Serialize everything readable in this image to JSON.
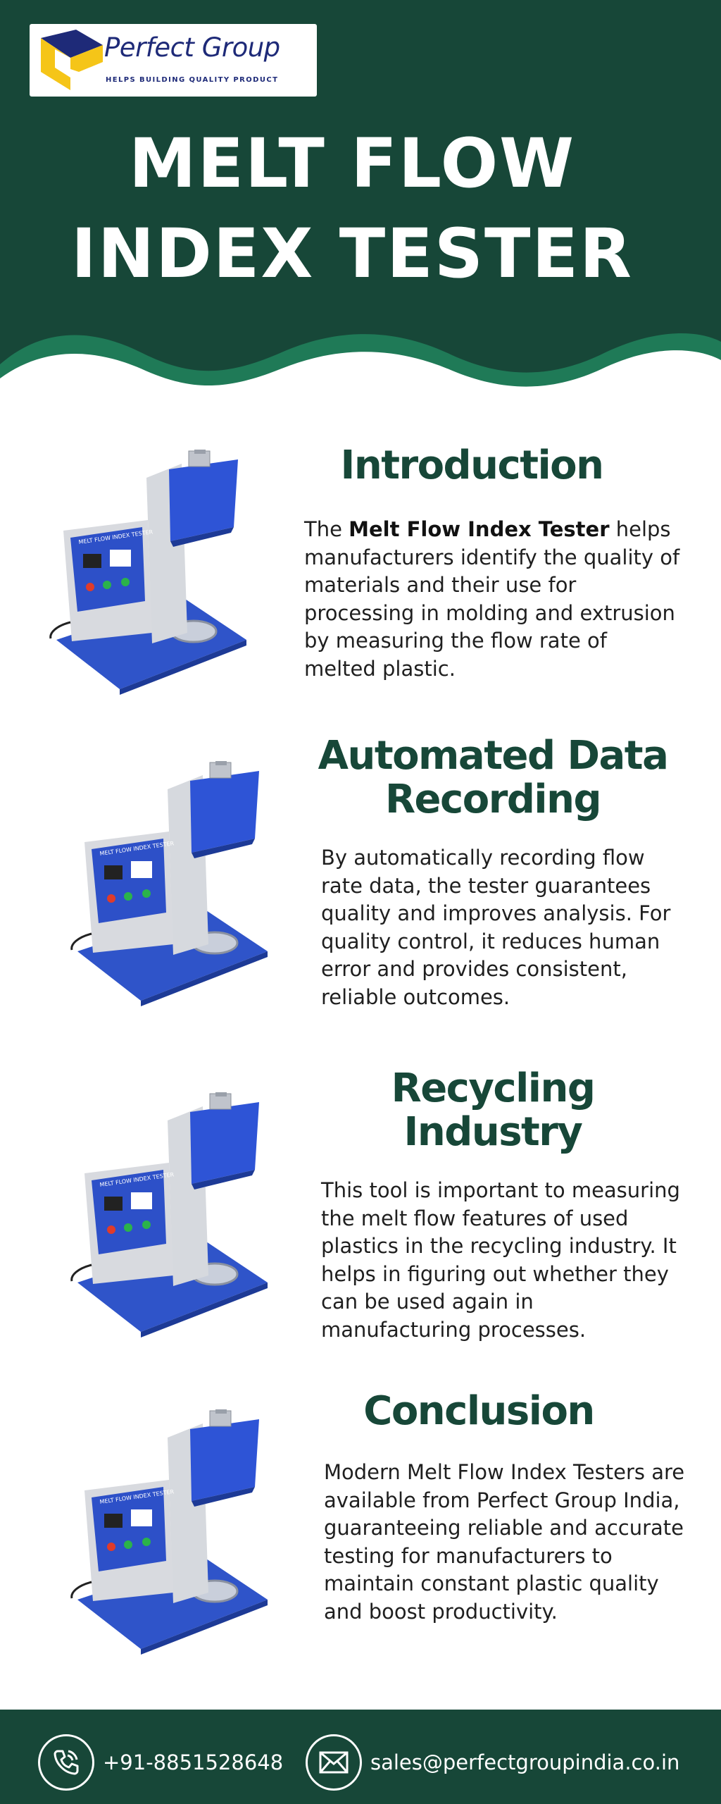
{
  "brand": {
    "name": "Perfect Group",
    "tagline": "HELPS BUILDING QUALITY PRODUCT",
    "colors": {
      "navy": "#1e2a78",
      "yellow": "#f5c518"
    }
  },
  "header": {
    "title": "MELT FLOW INDEX TESTER",
    "background": "#174738",
    "wave": "#1f7a57"
  },
  "sections": [
    {
      "title": "Introduction",
      "body_pre": "The ",
      "body_bold": "Melt Flow Index Tester",
      "body_post": " helps manufacturers identify the quality of materials and their use for processing in molding and extrusion by measuring the flow rate of melted plastic.",
      "image_label": "MELT FLOW INDEX TESTER"
    },
    {
      "title": "Automated Data Recording",
      "body": "By automatically recording flow rate data, the tester guarantees quality and improves analysis. For quality control, it reduces human error and provides consistent, reliable outcomes.",
      "image_label": "MELT FLOW INDEX TESTER"
    },
    {
      "title": "Recycling Industry",
      "body": "This tool is important to measuring the melt flow features of used plastics in the recycling industry. It helps in figuring out whether they can be used again in manufacturing processes.",
      "image_label": "MELT FLOW INDEX TESTER"
    },
    {
      "title": "Conclusion",
      "body": "Modern Melt Flow Index Testers are available from Perfect Group India, guaranteeing reliable and accurate testing for manufacturers to maintain constant plastic quality and boost productivity.",
      "image_label": "MELT FLOW INDEX TESTER"
    }
  ],
  "footer": {
    "phone": "+91-8851528648",
    "email": "sales@perfectgroupindia.co.in",
    "phone_icon": "phone-icon",
    "email_icon": "envelope-icon"
  }
}
